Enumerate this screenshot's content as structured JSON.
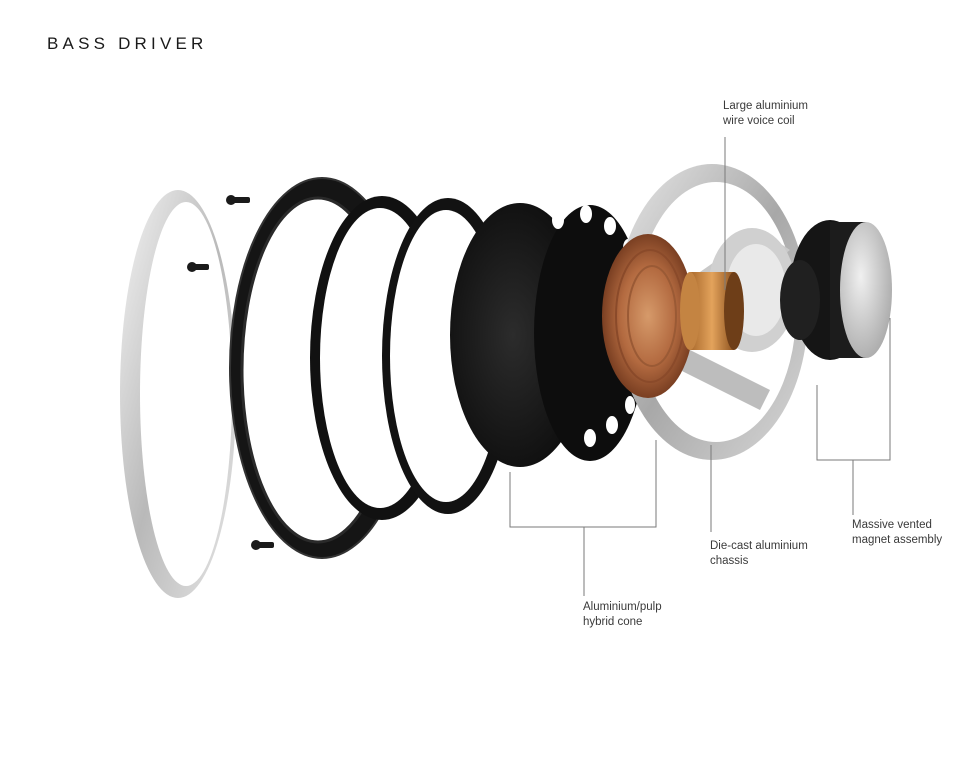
{
  "page_title": "BASS DRIVER",
  "labels": {
    "voice_coil": {
      "line1": "Large aluminium",
      "line2": "wire voice coil"
    },
    "magnet": {
      "line1": "Massive vented",
      "line2": "magnet assembly"
    },
    "chassis": {
      "line1": "Die-cast aluminium",
      "line2": "chassis"
    },
    "cone": {
      "line1": "Aluminium/pulp",
      "line2": "hybrid cone"
    }
  }
}
